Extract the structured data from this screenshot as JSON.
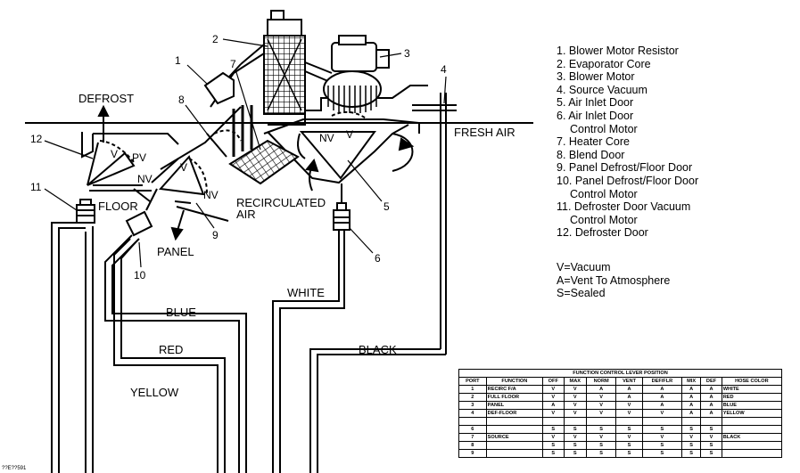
{
  "legend": {
    "items": [
      {
        "line1": "1. Blower Motor Resistor",
        "line2": ""
      },
      {
        "line1": "2. Evaporator Core",
        "line2": ""
      },
      {
        "line1": "3. Blower Motor",
        "line2": ""
      },
      {
        "line1": "4. Source Vacuum",
        "line2": ""
      },
      {
        "line1": "5. Air Inlet Door",
        "line2": ""
      },
      {
        "line1": "6. Air Inlet Door",
        "line2": "Control Motor"
      },
      {
        "line1": "7. Heater Core",
        "line2": ""
      },
      {
        "line1": "8. Blend Door",
        "line2": ""
      },
      {
        "line1": "9. Panel Defrost/Floor Door",
        "line2": ""
      },
      {
        "line1": "10. Panel Defrost/Floor Door",
        "line2": "Control Motor"
      },
      {
        "line1": "11. Defroster Door Vacuum",
        "line2": "Control Motor"
      },
      {
        "line1": "12. Defroster Door",
        "line2": ""
      }
    ]
  },
  "key": {
    "v": "V=Vacuum",
    "a": "A=Vent To Atmosphere",
    "s": "S=Sealed"
  },
  "labels": {
    "defrost": "DEFROST",
    "fresh_air": "FRESH AIR",
    "recirc1": "RECIRCULATED",
    "recirc2": "AIR",
    "floor": "FLOOR",
    "panel": "PANEL",
    "blue": "BLUE",
    "red": "RED",
    "yellow": "YELLOW",
    "white": "WHITE",
    "black": "BLACK",
    "pv": "PV",
    "nv1": "NV",
    "nv2": "NV",
    "nv3": "NV",
    "v1": "V",
    "v2": "V",
    "v3": "V",
    "fig_id": "??E??591"
  },
  "callouts": {
    "n1": "1",
    "n2": "2",
    "n3": "3",
    "n4": "4",
    "n5": "5",
    "n6": "6",
    "n7": "7",
    "n8": "8",
    "n9": "9",
    "n10": "10",
    "n11": "11",
    "n12": "12"
  },
  "table": {
    "caption": "FUNCTION CONTROL LEVER POSITION",
    "headers": [
      "PORT",
      "FUNCTION",
      "OFF",
      "MAX",
      "NORM",
      "VENT",
      "DEF/FLR",
      "MIX",
      "DEF",
      "HOSE COLOR"
    ],
    "rows": [
      [
        "1",
        "RECIRC F/A",
        "V",
        "V",
        "A",
        "A",
        "A",
        "A",
        "A",
        "WHITE"
      ],
      [
        "2",
        "FULL FLOOR",
        "V",
        "V",
        "V",
        "A",
        "A",
        "A",
        "A",
        "RED"
      ],
      [
        "3",
        "PANEL",
        "A",
        "V",
        "V",
        "V",
        "A",
        "A",
        "A",
        "BLUE"
      ],
      [
        "4",
        "DEF-FLOOR",
        "V",
        "V",
        "V",
        "V",
        "V",
        "A",
        "A",
        "YELLOW"
      ],
      [
        "",
        "",
        "",
        "",
        "",
        "",
        "",
        "",
        "",
        ""
      ],
      [
        "6",
        "",
        "S",
        "S",
        "S",
        "S",
        "S",
        "S",
        "S",
        ""
      ],
      [
        "7",
        "SOURCE",
        "V",
        "V",
        "V",
        "V",
        "V",
        "V",
        "V",
        "BLACK"
      ],
      [
        "8",
        "",
        "S",
        "S",
        "S",
        "S",
        "S",
        "S",
        "S",
        ""
      ],
      [
        "9",
        "",
        "S",
        "S",
        "S",
        "S",
        "S",
        "S",
        "S",
        ""
      ]
    ]
  }
}
